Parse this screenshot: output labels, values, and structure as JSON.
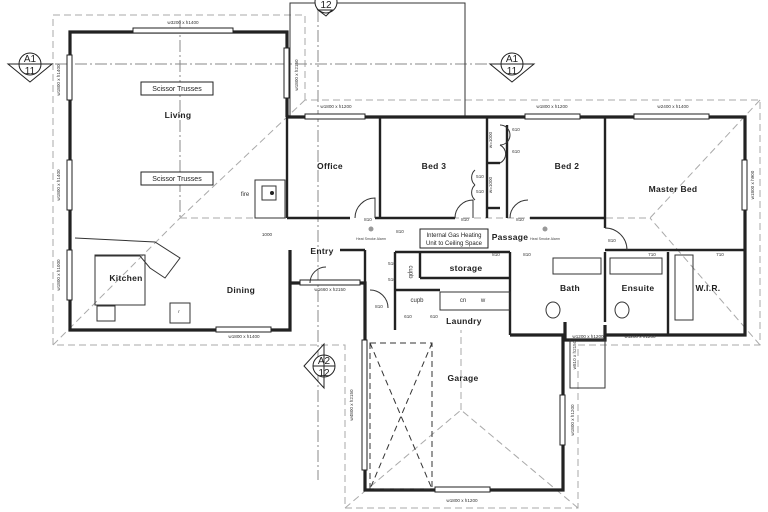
{
  "rooms": {
    "living": "Living",
    "kitchen": "Kitchen",
    "dining": "Dining",
    "entry": "Entry",
    "office": "Office",
    "bed3": "Bed 3",
    "bed2": "Bed 2",
    "master": "Master Bed",
    "passage": "Passage",
    "storage": "storage",
    "bath": "Bath",
    "ensuite": "Ensuite",
    "wir": "W.I.R.",
    "laundry": "Laundry",
    "garage": "Garage"
  },
  "notes": {
    "truss1": "Scissor Trusses",
    "truss2": "Scissor Trusses",
    "gas1": "Internal Gas Heating",
    "gas2": "Unit to Ceiling Space",
    "fire": "fire",
    "cupb1": "cupb",
    "cupb2": "cupb",
    "cn": "cn",
    "w": "w",
    "fridge": "r",
    "smoke1": "Heat Smoke Alarm",
    "smoke2": "Heat Smoke Alarm",
    "dim1000": "1000"
  },
  "windows": {
    "living_top": "w3200 x h1400",
    "living_right": "w1800 x h2150",
    "living_left1": "w1800 x h1400",
    "living_left2": "w1800 x h1400",
    "kitchen_left": "w1800 x h1000",
    "dining_bottom": "w1800 x h1400",
    "entry": "w1660 x h2150",
    "office": "w1800 x h1200",
    "bed2": "w1800 x h1200",
    "master_top": "w2400 x h1400",
    "master_right": "w1800 x h900",
    "bath": "w1200 x h1200",
    "ensuite": "w1200 x h1200",
    "garage_side_door": "w810 x h2150",
    "garage_right": "w1800 x h1200",
    "garage_left": "w4800 x h2150",
    "garage_bottom": "w1800 x h1200"
  },
  "wardrobes": {
    "bed2_wr": "w=1000",
    "bed3_wr": "w=1000"
  },
  "doors": {
    "office": "810",
    "bed3": "810",
    "bed2": "810",
    "entry_closet": "810",
    "passage_bath": "810",
    "passage_storage": "810",
    "master": "810",
    "ensuite": "710",
    "wir": "710",
    "laundry": "810",
    "wr_a": "610",
    "wr_b": "610",
    "wr_c": "510",
    "wr_d": "510",
    "cupb_a": "510",
    "cupb_b": "510",
    "cupb_c": "610",
    "cupb_d": "610"
  },
  "markers": [
    {
      "top": "A1",
      "bottom": "11"
    },
    {
      "top": "A1",
      "bottom": "11"
    },
    {
      "top": "",
      "bottom": "12"
    },
    {
      "top": "A2",
      "bottom": "12"
    }
  ]
}
